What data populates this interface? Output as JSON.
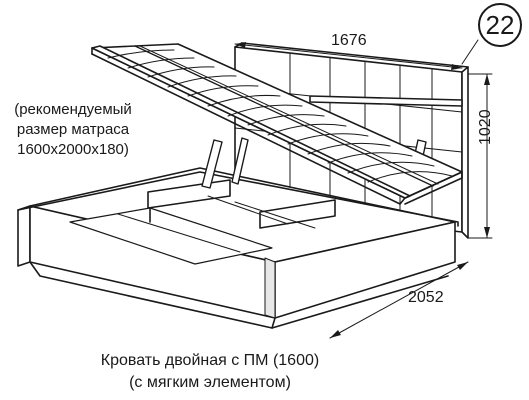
{
  "figure_number": "22",
  "note": {
    "lines": [
      "(рекомендуемый",
      "размер матраса",
      "1600х2000х180)"
    ]
  },
  "dimensions": {
    "width": "1676",
    "height": "1020",
    "length": "2052"
  },
  "caption": {
    "lines": [
      "Кровать двойная с ПМ (1600)",
      "(с мягким элементом)"
    ]
  }
}
